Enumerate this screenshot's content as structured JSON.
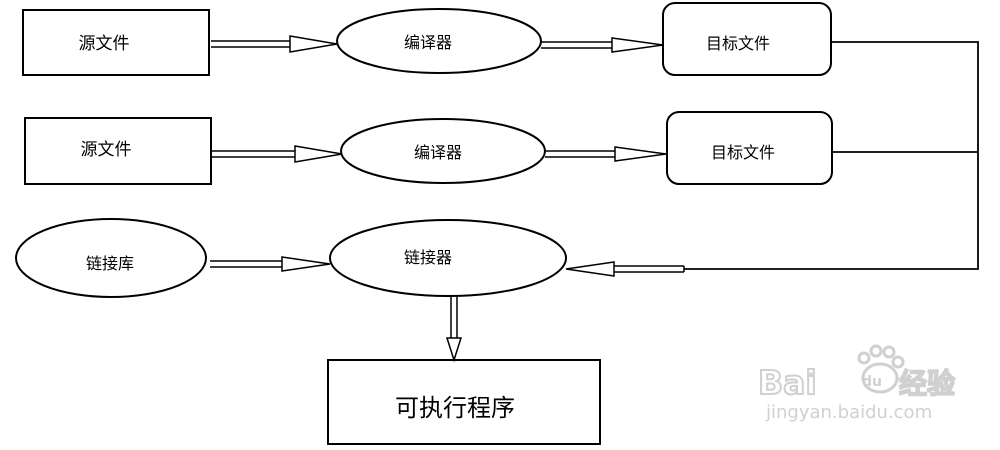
{
  "nodes": {
    "source_file_1": "源文件",
    "compiler_1": "编译器",
    "object_file_1": "目标文件",
    "source_file_2": "源文件",
    "compiler_2": "编译器",
    "object_file_2": "目标文件",
    "link_library": "链接库",
    "linker": "链接器",
    "executable": "可执行程序"
  },
  "watermark": {
    "brand_prefix": "Bai",
    "brand_suffix": "经验",
    "url": "jingyan.baidu.com"
  },
  "colors": {
    "stroke": "#000000",
    "watermark": "#c8c8c8"
  }
}
